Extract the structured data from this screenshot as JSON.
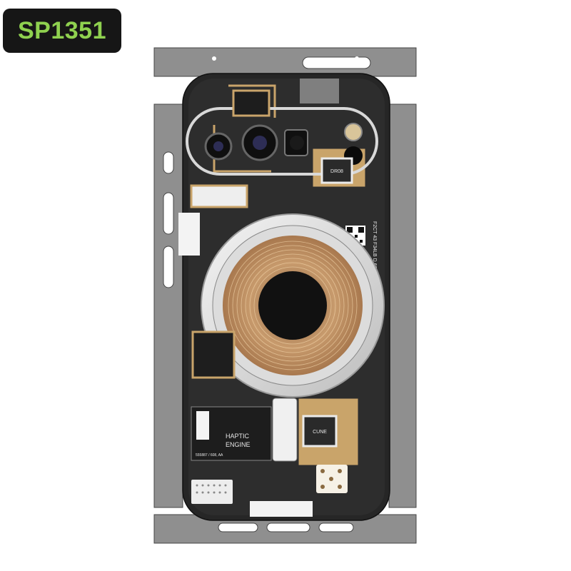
{
  "badge": {
    "code": "SP1351"
  },
  "board_labels": {
    "haptic_line1": "HAPTIC",
    "haptic_line2": "ENGINE",
    "haptic_code": "555887 / 608, AA",
    "chip_top": "DR08",
    "chip_bottom": "CUNE",
    "serial_vertical": "F2CT 43 F34LB D 687 AAFDT3"
  },
  "colors": {
    "skin_gray": "#8f8f8f",
    "board_black": "#262626",
    "gold": "#c9a46a",
    "copper": "#b8875a",
    "badge_text": "#8fd14f"
  }
}
